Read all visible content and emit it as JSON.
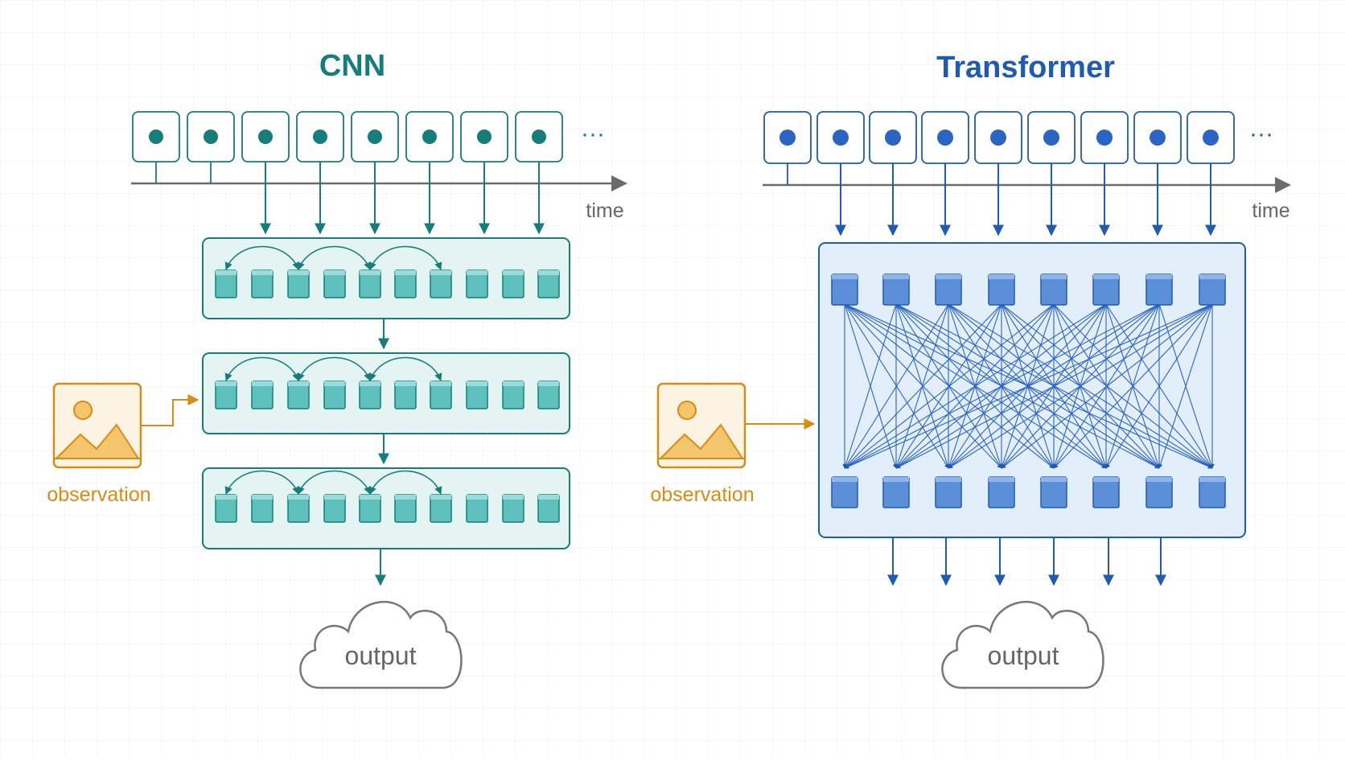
{
  "colors": {
    "cnn": "#157d7a",
    "cnn_fill": "#5fc1bd",
    "cnn_panel": "#e4f4f3",
    "transformer": "#1f5bb0",
    "transformer_fill": "#5b8fd8",
    "transformer_panel": "#e3eefb",
    "observation": "#d98c12",
    "axis": "#6b6b6b",
    "cloud": "#777777",
    "text_gray": "#666666",
    "grid": "#eeeeee"
  },
  "cnn": {
    "title": "CNN",
    "time_label": "time",
    "ellipsis": "···",
    "observation_label": "observation",
    "output_label": "output"
  },
  "transformer": {
    "title": "Transformer",
    "time_label": "time",
    "ellipsis": "···",
    "observation_label": "observation",
    "output_label": "output"
  },
  "icons": {
    "image": "image-icon",
    "cloud": "cloud-icon"
  }
}
